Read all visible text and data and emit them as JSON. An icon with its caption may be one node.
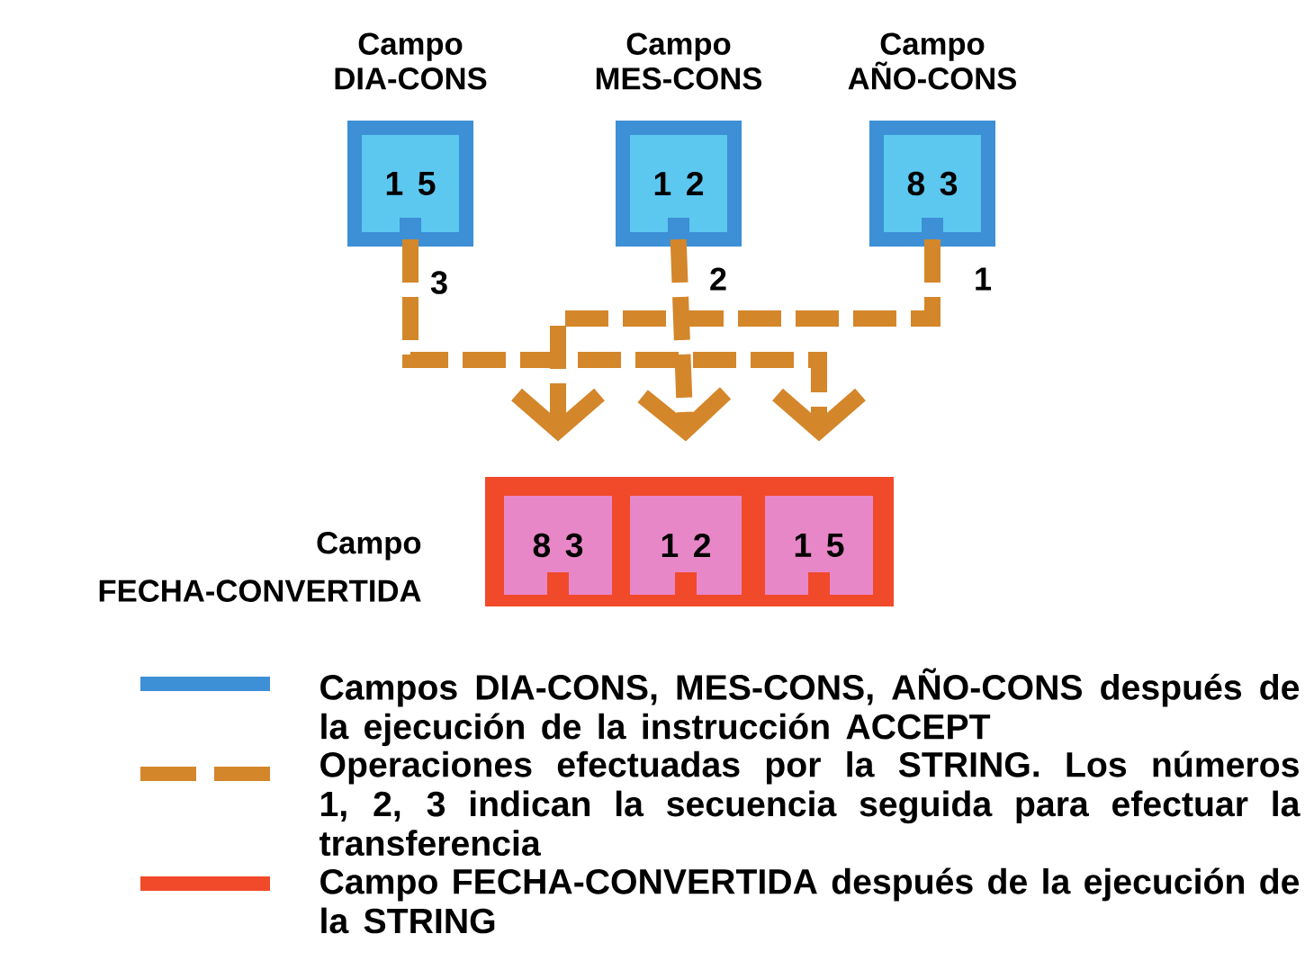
{
  "diagram": {
    "nodes": [
      {
        "text": [
          "Campo DIA-CONS",
          "1 5"
        ]
      },
      {
        "text": [
          "Campo MES-CONS",
          "1 2"
        ]
      },
      {
        "text": [
          "Campo AÑO-CONS",
          "8 3"
        ]
      },
      {
        "text": [
          "Campo FECHA-CONVERTIDA"
        ]
      },
      {
        "text": [
          "8 3"
        ],
        "in": 3
      },
      {
        "text": [
          "1 2"
        ],
        "in": 3
      },
      {
        "text": [
          "1 5"
        ],
        "in": 3
      }
    ],
    "edges": [
      {
        "from": 0,
        "to": 6,
        "arrow": "to",
        "label": "3",
        "style": "dashed"
      },
      {
        "from": 1,
        "to": 5,
        "arrow": "to",
        "label": "2",
        "style": "dashed"
      },
      {
        "from": 2,
        "to": 4,
        "arrow": "to",
        "label": "1",
        "style": "dashed"
      }
    ],
    "legend": [
      {
        "text": "Campos DIA-CONS, MES-CONS, AÑO-CONS después de la ejecución de la instrucción ACCEPT",
        "color": "#3d8fd6"
      },
      {
        "text": "Operaciones efectuadas por la STRING. Los números 1, 2, 3 indican la secuencia seguida para efectuar la transferencia"
      },
      {
        "text": "Campo FECHA-CONVERTIDA después de la ejecución de la STRING",
        "color": "#f04a2a"
      }
    ]
  }
}
